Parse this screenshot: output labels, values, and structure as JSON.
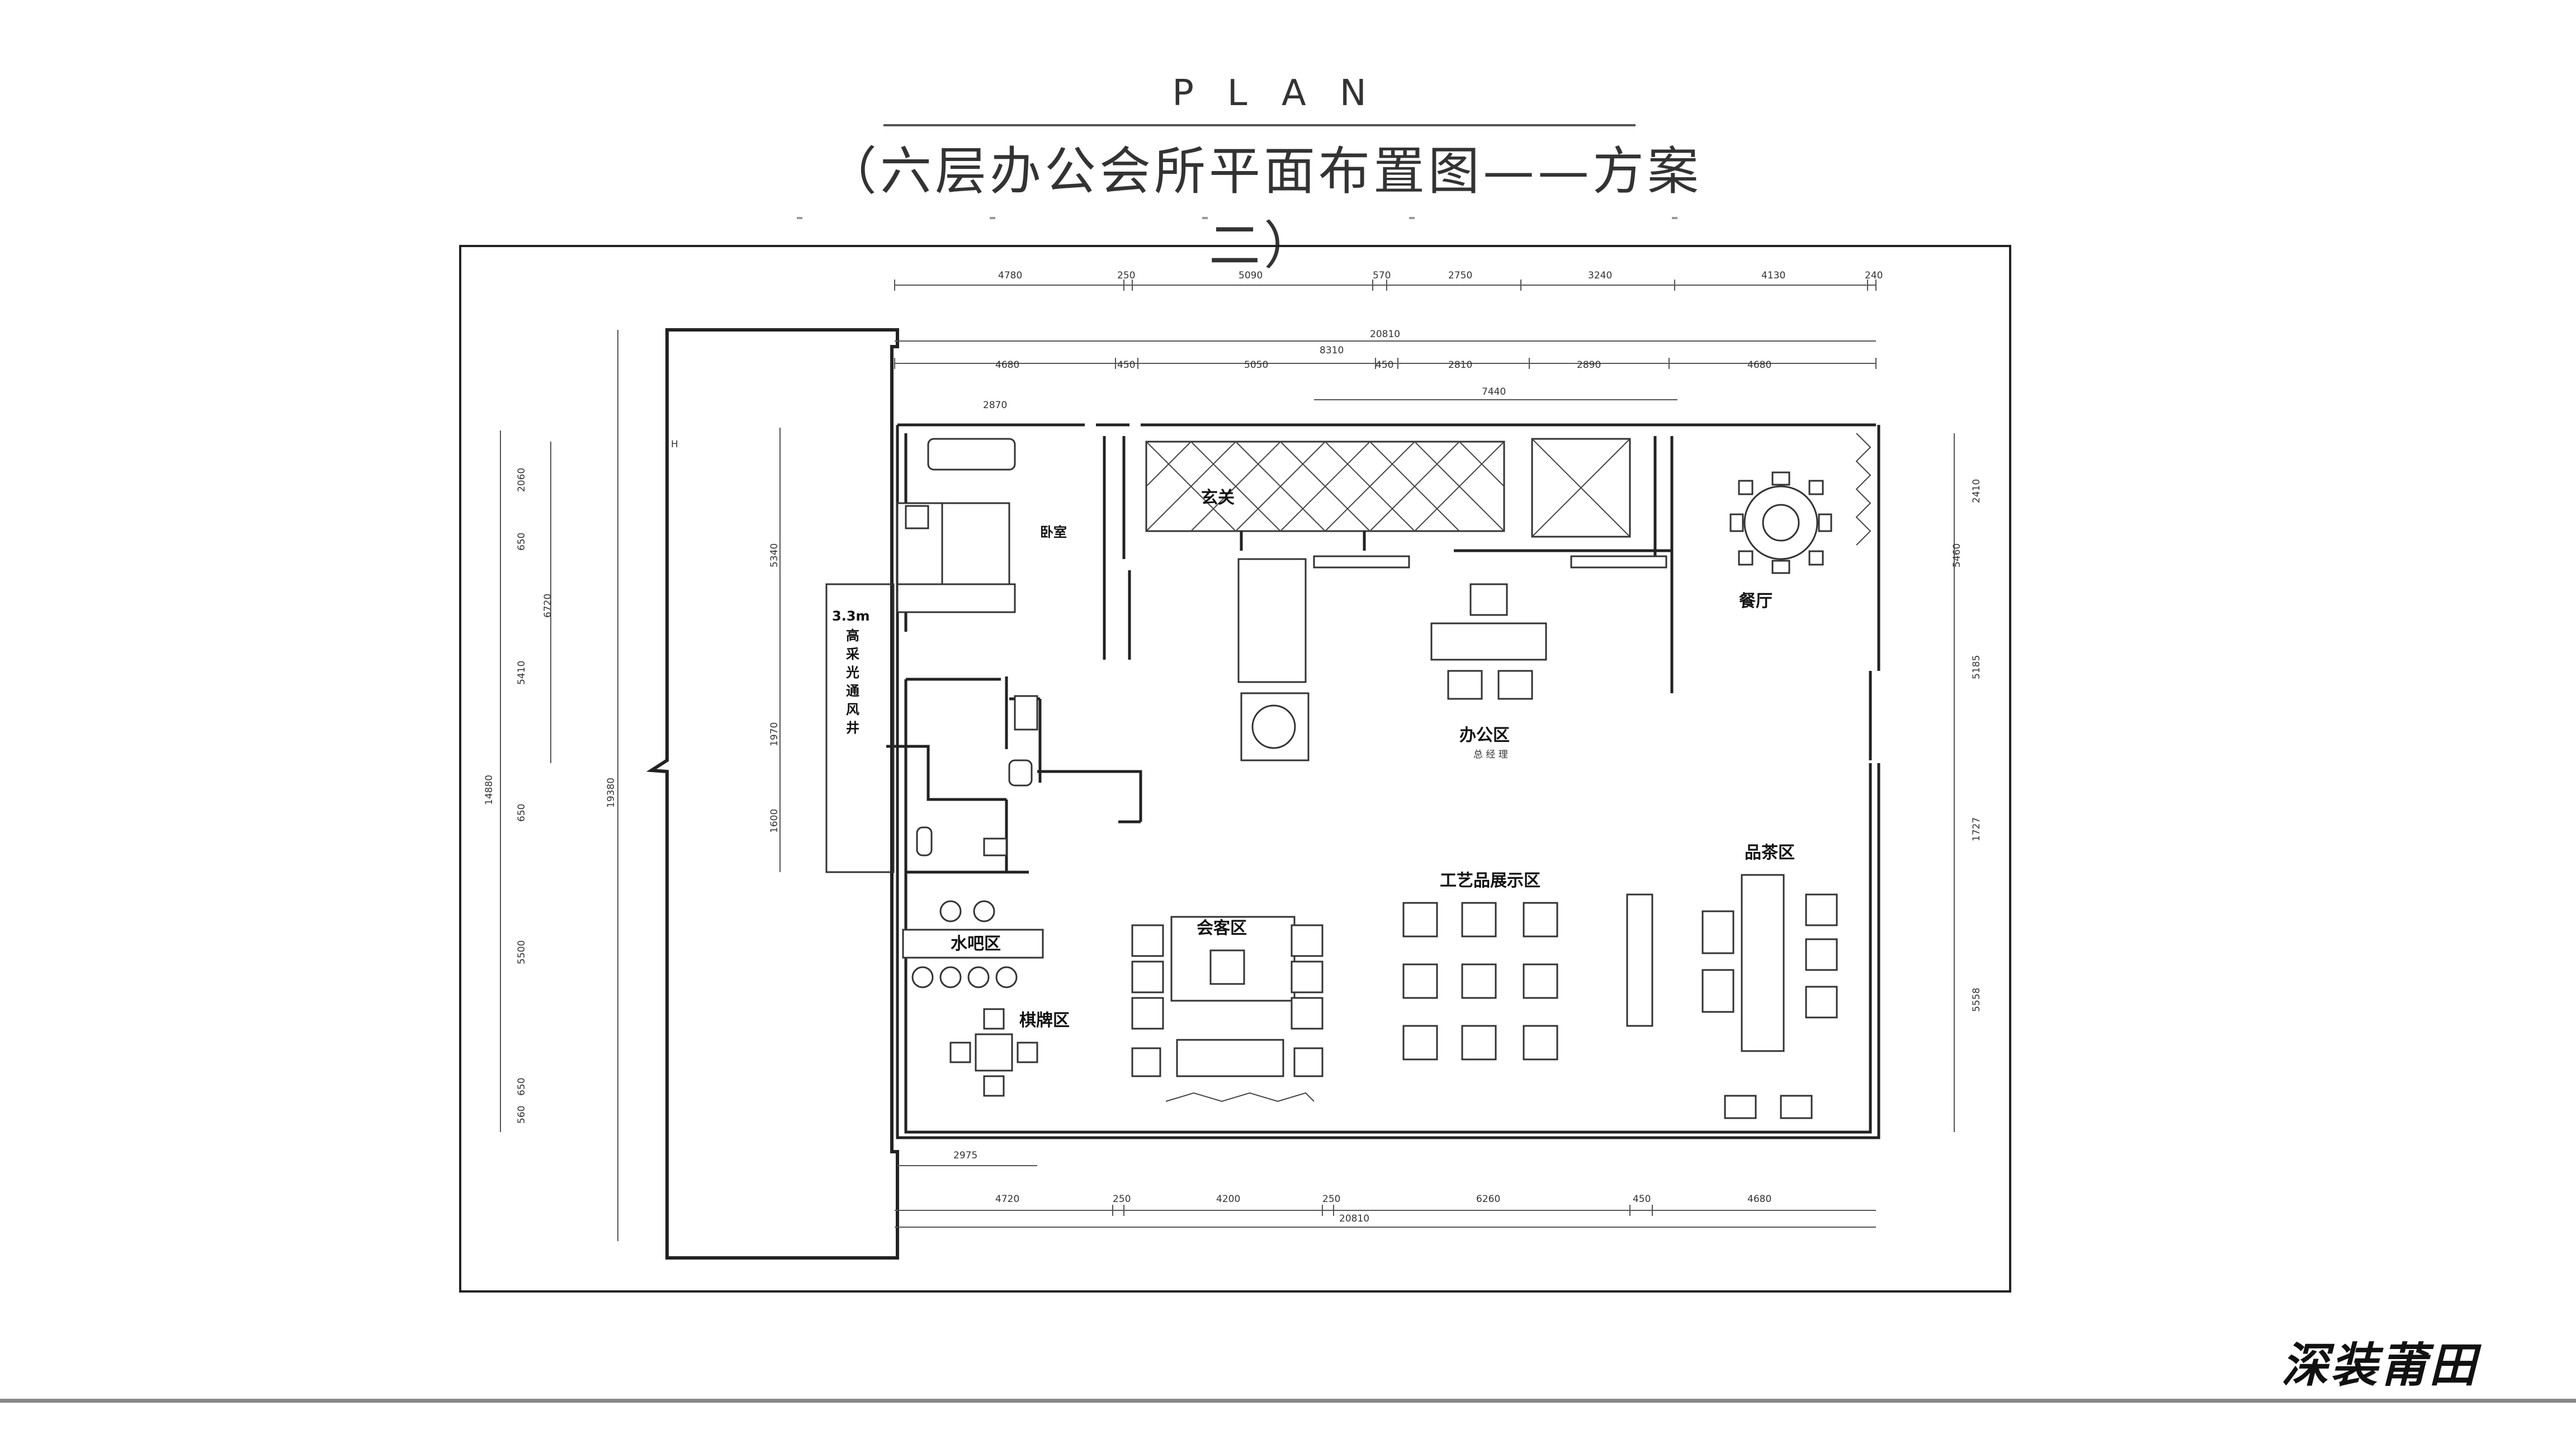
{
  "header": {
    "title": "PLAN",
    "subtitle": "（六层办公会所平面布置图——方案二）"
  },
  "brand": "深装莆田",
  "rooms": {
    "bedroom": "卧室",
    "entrance": "玄关",
    "office": "办公区",
    "office_sub": "总 经 理",
    "dining": "餐厅",
    "shaft_height": "3.3m",
    "shaft_lines": [
      "高",
      "采",
      "光",
      "通",
      "风",
      "井"
    ],
    "bar": "水吧区",
    "reception": "会客区",
    "chess": "棋牌区",
    "crafts": "工艺品展示区",
    "tea": "品茶区"
  },
  "dimensions": {
    "top_row1": [
      "4780",
      "250",
      "5090",
      "570",
      "2750",
      "3240",
      "4130",
      "240"
    ],
    "top_total": "20810",
    "top_row2_sub": "8310",
    "top_row2": [
      "4680",
      "450",
      "5050",
      "450",
      "2810",
      "2890",
      "4680"
    ],
    "top_row3": "7440",
    "bedroom_width": "2870",
    "bottom_row1": [
      "4720",
      "250",
      "4200",
      "250",
      "6260",
      "450",
      "4680"
    ],
    "bottom_total": "20810",
    "bottom_left": "2975",
    "left_outer": [
      "2060",
      "650",
      "5410",
      "650",
      "5500",
      "650",
      "560"
    ],
    "left_mid": "6720",
    "left_total": "14880",
    "left_overall": "19380",
    "left_inner": [
      "5340",
      "1970",
      "1600"
    ],
    "right": [
      "2410",
      "5460",
      "5185",
      "1727",
      "5558"
    ]
  }
}
